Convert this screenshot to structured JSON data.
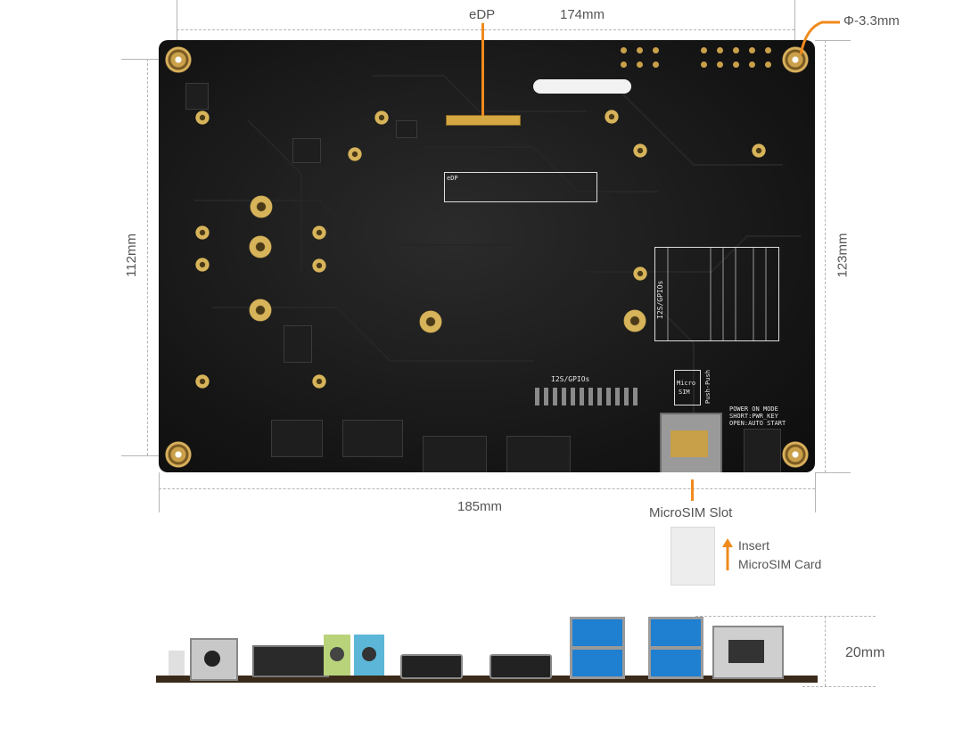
{
  "labels": {
    "edp": "eDP",
    "width_top": "174mm",
    "hole_diameter": "Φ-3.3mm",
    "height_left": "112mm",
    "height_right": "123mm",
    "width_bottom": "185mm",
    "microsim_slot": "MicroSIM Slot",
    "insert_line1": "Insert",
    "insert_line2": "MicroSIM Card",
    "thickness": "20mm"
  },
  "silkscreen": {
    "i2s_gpios_right": "I2S/GPIOs",
    "i2s_gpios_bottom": "I2S/GPIOs",
    "micro": "Micro",
    "sim": "SIM",
    "push_push": "Push-Push",
    "power_on_mode_1": "POWER ON MODE",
    "power_on_mode_2": "SHORT:PWR_KEY",
    "power_on_mode_3": "OPEN:AUTO START",
    "edp_header": "eDP"
  },
  "colors": {
    "accent": "#f08a1d",
    "dimension_line": "#b5b5b5",
    "label_text": "#555555",
    "board": "#151515",
    "gold": "#d7b35a"
  }
}
